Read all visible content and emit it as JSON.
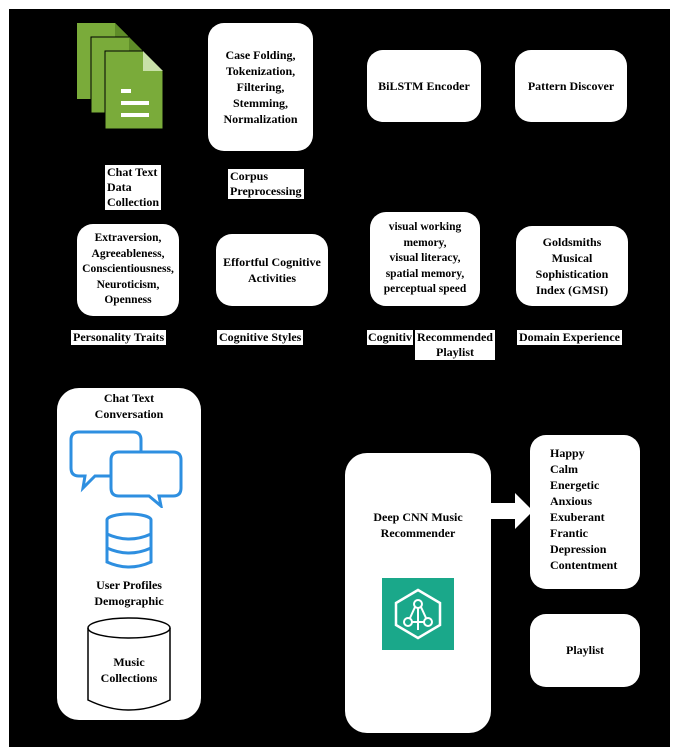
{
  "row1": {
    "doc_label": "Chat Text\nData\nCollection",
    "preprocess_steps": "Case Folding,\nTokenization,\nFiltering,\nStemming,\nNormalization",
    "preprocess_label": "Corpus\nPreprocessing",
    "encoder": "BiLSTM Encoder",
    "pattern": "Pattern Discover"
  },
  "row2": {
    "traits": "Extraversion,\nAgreeableness,\nConscientiousness,\nNeuroticism,\nOpenness",
    "traits_label": "Personality Traits",
    "effortful": "Effortful Cognitive\nActivities",
    "styles_label": "Cognitive Styles",
    "abilities": "visual working\nmemory,\nvisual literacy,\nspatial memory,\nperceptual speed",
    "abilities_label": "Cognitiv",
    "recommended_label": "Recommended\nPlaylist",
    "gmsi": "Goldsmiths\nMusical\nSophistication\nIndex (GMSI)",
    "domain_label": "Domain Experience"
  },
  "left_panel": {
    "title": "Chat Text\nConversation",
    "profiles": "User Profiles\nDemographic",
    "music": "Music\nCollections"
  },
  "recommender": {
    "title": "Deep CNN Music\nRecommender"
  },
  "emotions": [
    "Happy",
    "Calm",
    "Energetic",
    "Anxious",
    "Exuberant",
    "Frantic",
    "Depression",
    "Contentment"
  ],
  "playlist": "Playlist",
  "colors": {
    "background": "#000000",
    "doc_green": "#7aab3a",
    "doc_light": "#c8e0a8",
    "chat_blue": "#2e8fe0",
    "recommender_teal": "#1aa88a"
  }
}
